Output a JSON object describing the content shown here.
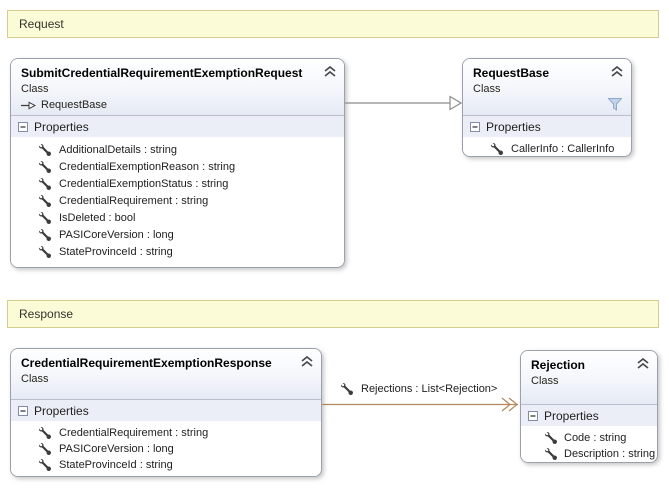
{
  "bands": {
    "request": {
      "label": "Request"
    },
    "response": {
      "label": "Response"
    }
  },
  "classes": {
    "submit_request": {
      "title": "SubmitCredentialRequirementExemptionRequest",
      "kind": "Class",
      "base_type": "RequestBase",
      "compartment_label": "Properties",
      "properties": [
        "AdditionalDetails : string",
        "CredentialExemptionReason : string",
        "CredentialExemptionStatus : string",
        "CredentialRequirement : string",
        "IsDeleted : bool",
        "PASICoreVersion : long",
        "StateProvinceId : string"
      ]
    },
    "request_base": {
      "title": "RequestBase",
      "kind": "Class",
      "compartment_label": "Properties",
      "properties": [
        "CallerInfo : CallerInfo"
      ]
    },
    "exemption_response": {
      "title": "CredentialRequirementExemptionResponse",
      "kind": "Class",
      "compartment_label": "Properties",
      "properties": [
        "CredentialRequirement : string",
        "PASICoreVersion : long",
        "StateProvinceId : string"
      ]
    },
    "rejection": {
      "title": "Rejection",
      "kind": "Class",
      "compartment_label": "Properties",
      "properties": [
        "Code : string",
        "Description : string"
      ]
    }
  },
  "connectors": {
    "inheritance": {
      "type": "inheritance",
      "from": "SubmitCredentialRequirementExemptionRequest",
      "to": "RequestBase"
    },
    "association": {
      "type": "association",
      "label": "Rejections : List<Rejection>",
      "from": "CredentialRequirementExemptionResponse",
      "to": "Rejection"
    }
  },
  "icons": {
    "collapse": "chevron-up-double",
    "expander": "minus-box",
    "property": "wrench",
    "filter": "funnel",
    "base_type": "arrow-right-open"
  },
  "colors": {
    "band_fill": "#FBFBD8",
    "band_border": "#D5CD8C",
    "box_border": "#9AA0AC",
    "compartment_fill": "#ECEEF7",
    "inheritance_line": "#8C8C8C",
    "association_line": "#B5885C",
    "filter_icon": "#8FA8CC",
    "icon_dark": "#3C3C3C"
  }
}
